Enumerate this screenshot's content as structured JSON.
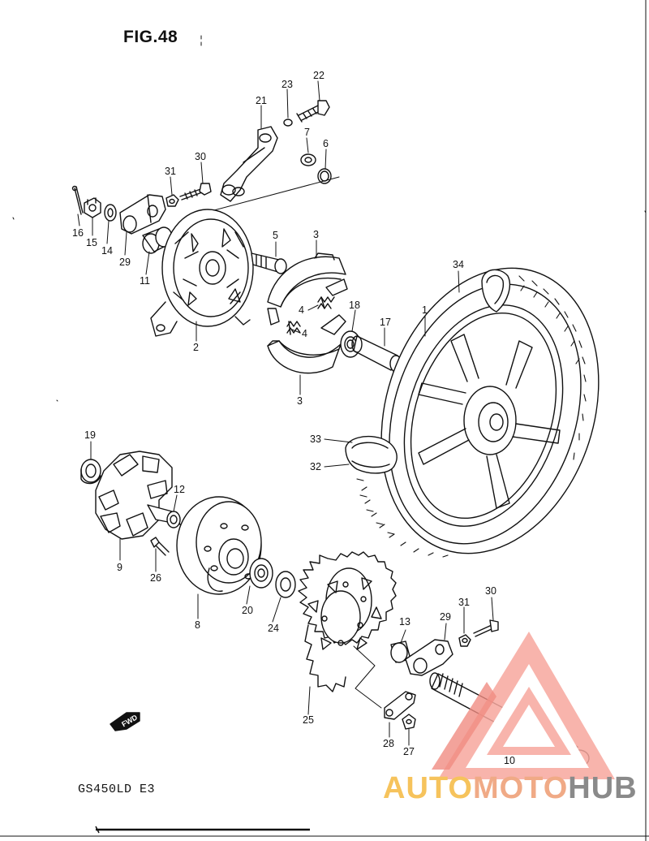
{
  "figure": {
    "title": "FIG.48",
    "model": "GS450LD E3"
  },
  "watermark": {
    "part1": "AUTO",
    "part2": "MOTO",
    "part3": "HUB",
    "colors": {
      "auto": "#f6c35c",
      "moto": "#f0aa86",
      "hub": "#8a8a8a",
      "logo": "#f08c82"
    }
  },
  "fwd_marker": {
    "label": "FWD"
  },
  "callouts": [
    {
      "id": "c22",
      "text": "22"
    },
    {
      "id": "c23",
      "text": "23"
    },
    {
      "id": "c21",
      "text": "21"
    },
    {
      "id": "c7",
      "text": "7"
    },
    {
      "id": "c6",
      "text": "6"
    },
    {
      "id": "c30a",
      "text": "30"
    },
    {
      "id": "c31a",
      "text": "31"
    },
    {
      "id": "c16",
      "text": "16"
    },
    {
      "id": "c15",
      "text": "15"
    },
    {
      "id": "c14",
      "text": "14"
    },
    {
      "id": "c29a",
      "text": "29"
    },
    {
      "id": "c11",
      "text": "11"
    },
    {
      "id": "c5",
      "text": "5"
    },
    {
      "id": "c3a",
      "text": "3"
    },
    {
      "id": "c34",
      "text": "34"
    },
    {
      "id": "c4a",
      "text": "4"
    },
    {
      "id": "c4b",
      "text": "4"
    },
    {
      "id": "c18",
      "text": "18"
    },
    {
      "id": "c17",
      "text": "17"
    },
    {
      "id": "c1",
      "text": "1"
    },
    {
      "id": "c2",
      "text": "2"
    },
    {
      "id": "c3b",
      "text": "3"
    },
    {
      "id": "c19",
      "text": "19"
    },
    {
      "id": "c33",
      "text": "33"
    },
    {
      "id": "c32",
      "text": "32"
    },
    {
      "id": "c12",
      "text": "12"
    },
    {
      "id": "c9",
      "text": "9"
    },
    {
      "id": "c26",
      "text": "26"
    },
    {
      "id": "c8",
      "text": "8"
    },
    {
      "id": "c20",
      "text": "20"
    },
    {
      "id": "c24",
      "text": "24"
    },
    {
      "id": "c30b",
      "text": "30"
    },
    {
      "id": "c31b",
      "text": "31"
    },
    {
      "id": "c29b",
      "text": "29"
    },
    {
      "id": "c13",
      "text": "13"
    },
    {
      "id": "c25",
      "text": "25"
    },
    {
      "id": "c28",
      "text": "28"
    },
    {
      "id": "c27",
      "text": "27"
    },
    {
      "id": "c10",
      "text": "10"
    }
  ]
}
